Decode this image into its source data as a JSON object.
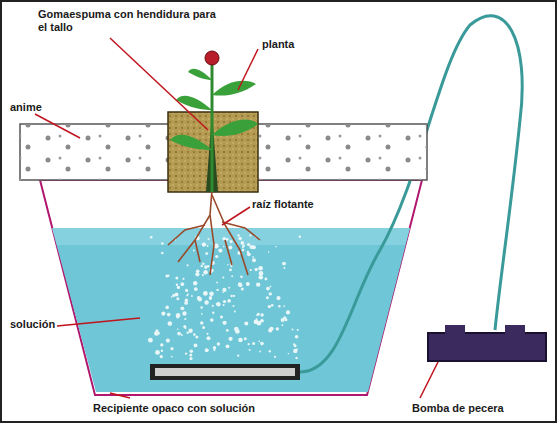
{
  "diagram": {
    "labels": [
      "Gomaespuma con hendidura para el tallo",
      "planta",
      "anime",
      "raíz flotante",
      "solución",
      "Recipiente opaco con solución",
      "Bomba de pecera"
    ]
  }
}
